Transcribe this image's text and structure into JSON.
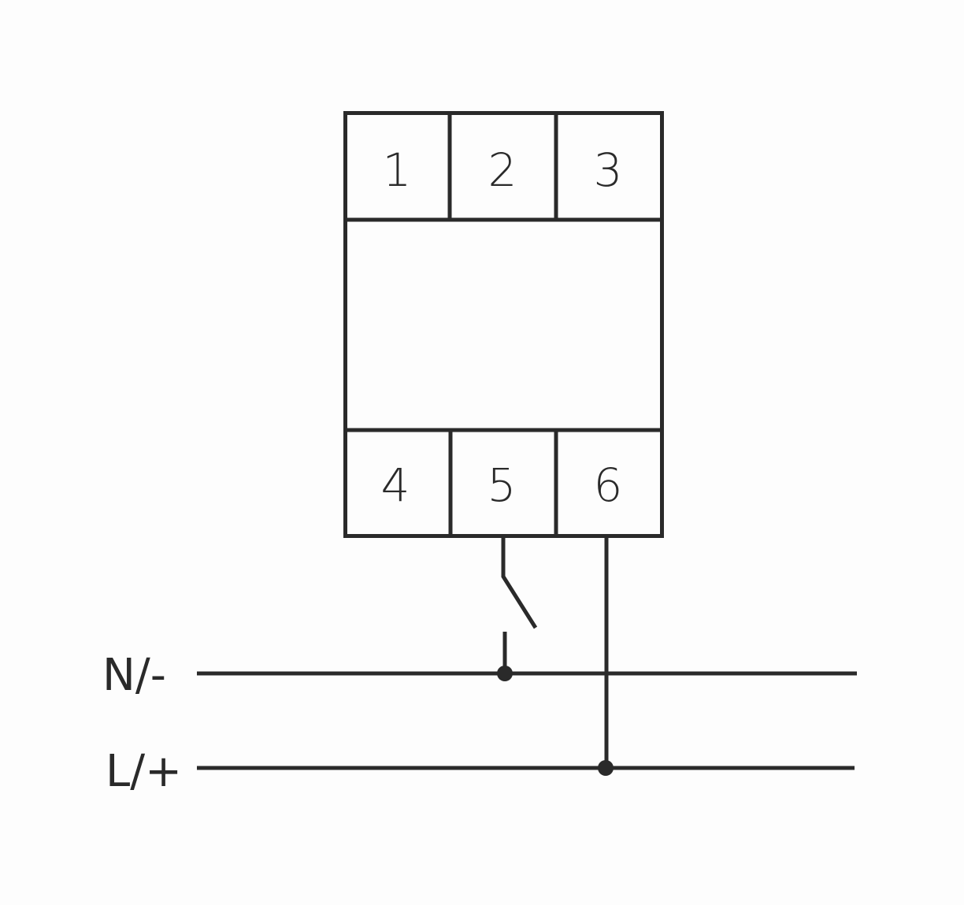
{
  "device": {
    "terminals_top": [
      "1",
      "2",
      "3"
    ],
    "terminals_bottom": [
      "4",
      "5",
      "6"
    ]
  },
  "lines": {
    "neutral_label": "N/-",
    "live_label": "L/+"
  },
  "colors": {
    "stroke": "#2a2a2a",
    "background": "#fdfdfd"
  }
}
